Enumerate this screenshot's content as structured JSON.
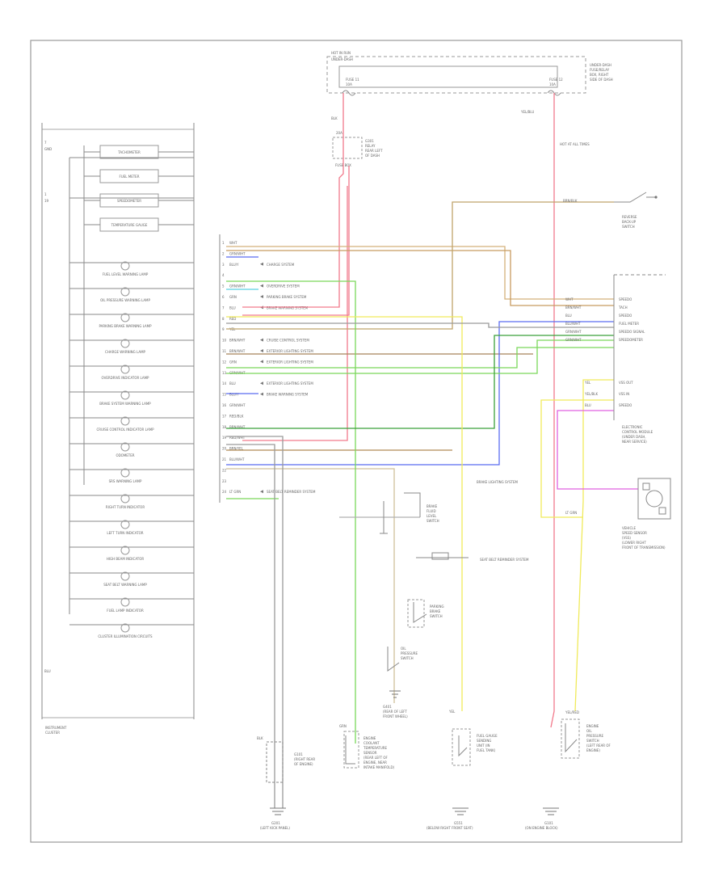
{
  "diagram": {
    "page_tag": "",
    "top_box": {
      "title": "HOT IN RUN",
      "subtitle": "UNDER-DASH",
      "fuse_left": "FUSE 11",
      "fuse_left_sub": "10A",
      "fuse_right": "FUSE 12",
      "fuse_right_sub": "10A",
      "panel_label": [
        "UNDER-DASH",
        "FUSE/RELAY",
        "BOX, RIGHT",
        "SIDE OF DASH"
      ]
    },
    "hot_at_all_times": "HOT AT ALL TIMES",
    "wire_blk": "BLK",
    "wire_yel_blu": "YEL/BLU",
    "relay_left_label": [
      "G301",
      "RELAY",
      "REAR LEFT",
      "OF DASH"
    ],
    "relay_left_pin_a": "20A",
    "relay_left_pin_b": "FUSE BOX",
    "cluster": {
      "left_labels": [
        "7",
        "GND",
        "1",
        "19",
        "BLU"
      ],
      "right_pins": [
        "10",
        "11",
        "12",
        "13",
        "14",
        "15",
        "16",
        "17",
        "18",
        "19"
      ],
      "gauges": [
        {
          "name": "TACHOMETER"
        },
        {
          "name": "FUEL METER"
        },
        {
          "name": "SPEEDOMETER"
        },
        {
          "name": "TEMPERATURE GAUGE"
        }
      ],
      "lamps": [
        {
          "name": "FUEL LEVEL WARNING LAMP"
        },
        {
          "name": "OIL PRESSURE WARNING LAMP"
        },
        {
          "name": "PARKING BRAKE WARNING LAMP"
        },
        {
          "name": "CHARGE WARNING LAMP"
        },
        {
          "name": "OVERDRIVE INDICATOR LAMP"
        },
        {
          "name": "BRAKE SYSTEM WARNING LAMP"
        },
        {
          "name": "CRUISE CONTROL INDICATOR LAMP"
        },
        {
          "name": "ODOMETER"
        },
        {
          "name": "SRS WARNING LAMP"
        },
        {
          "name": "RIGHT TURN INDICATOR"
        },
        {
          "name": "LEFT TURN INDICATOR"
        },
        {
          "name": "HIGH BEAM INDICATOR"
        },
        {
          "name": "SEAT BELT WARNING LAMP"
        },
        {
          "name": "FUEL LAMP INDICATOR"
        },
        {
          "name": "CLUSTER ILLUMINATION CIRCUITS"
        }
      ],
      "title": [
        "INSTRUMENT",
        "CLUSTER"
      ]
    },
    "connector_rows": [
      {
        "pin": "1",
        "wire": "WHT",
        "dest": ""
      },
      {
        "pin": "2",
        "wire": "GRN/WHT",
        "dest": ""
      },
      {
        "pin": "3",
        "wire": "BLU/Y",
        "dest": "CHARGE SYSTEM"
      },
      {
        "pin": "4",
        "wire": "",
        "dest": ""
      },
      {
        "pin": "5",
        "wire": "GRN/WHT",
        "dest": "OVERDRIVE SYSTEM"
      },
      {
        "pin": "6",
        "wire": "GRN",
        "dest": "PARKING BRAKE SYSTEM"
      },
      {
        "pin": "7",
        "wire": "BLU",
        "dest": "BRAKE WARNING SYSTEM"
      },
      {
        "pin": "8",
        "wire": "RED",
        "dest": ""
      },
      {
        "pin": "9",
        "wire": "YEL",
        "dest": ""
      },
      {
        "pin": "10",
        "wire": "BRN/WHT",
        "dest": "CRUISE CONTROL SYSTEM"
      },
      {
        "pin": "11",
        "wire": "BRN/WHT",
        "dest": "EXTERIOR LIGHTING SYSTEM"
      },
      {
        "pin": "12",
        "wire": "GRN",
        "dest": "EXTERIOR LIGHTING SYSTEM"
      },
      {
        "pin": "13",
        "wire": "GRN/WHT",
        "dest": ""
      },
      {
        "pin": "14",
        "wire": "BLU",
        "dest": "EXTERIOR LIGHTING SYSTEM"
      },
      {
        "pin": "15",
        "wire": "BLU/Y",
        "dest": "BRAKE WARNING SYSTEM"
      },
      {
        "pin": "16",
        "wire": "GRN/WHT",
        "dest": ""
      },
      {
        "pin": "17",
        "wire": "RED/BLK",
        "dest": ""
      },
      {
        "pin": "18",
        "wire": "BRN/WHT",
        "dest": ""
      },
      {
        "pin": "19",
        "wire": "RED/WHT",
        "dest": ""
      },
      {
        "pin": "20",
        "wire": "BRN/YEL",
        "dest": ""
      },
      {
        "pin": "21",
        "wire": "BLU/WHT",
        "dest": ""
      },
      {
        "pin": "22",
        "wire": "",
        "dest": ""
      },
      {
        "pin": "23",
        "wire": "",
        "dest": ""
      },
      {
        "pin": "24",
        "wire": "LT GRN",
        "dest": "SEAT BELT REMINDER SYSTEM"
      }
    ],
    "right_connector": {
      "rows": [
        "WHT",
        "BRN/WHT",
        "BLU",
        "BLU/WHT",
        "GRN/WHT",
        "GRN/WHT"
      ],
      "pins": [
        "SPEEDO",
        "TACH",
        "SPEEDO",
        "FUEL METER",
        "SPEEDO SIGNAL",
        "SPEEDOMETER"
      ],
      "lower_rows": [
        "YEL",
        "YEL/BLK",
        "BLU"
      ],
      "lower_pins": [
        "VSS OUT",
        "VSS IN",
        "SPEEDO"
      ],
      "label": [
        "ELECTRONIC",
        "CONTROL MODULE",
        "(UNDER DASH,",
        "NEAR SERVICE)"
      ]
    },
    "reverse_switch": {
      "wire": "BRN/BLK",
      "label": [
        "REVERSE",
        "BACK-UP",
        "SWITCH"
      ]
    },
    "vss": {
      "label": [
        "VEHICLE",
        "SPEED SENSOR",
        "(VSS)",
        "(LOWER RIGHT",
        "FRONT OF TRANSMISSION)"
      ],
      "wire": "LT GRN"
    },
    "mid_labels": {
      "brake_light": "BRAKE LIGHTING SYSTEM",
      "seat_belt_switch": "SEAT BELT REMINDER SYSTEM",
      "brake_fluid_switch": [
        "BRAKE",
        "FLUID",
        "LEVEL",
        "SWITCH"
      ],
      "parking_brake_switch": [
        "PARKING",
        "BRAKE",
        "SWITCH"
      ],
      "oil_pressure": [
        "OIL",
        "PRESSURE",
        "SWITCH"
      ],
      "ground_g401": [
        "G401",
        "(REAR OF LEFT",
        "FRONT WHEEL)"
      ]
    },
    "bottom": {
      "alternator": {
        "label": [
          "G101",
          "(RIGHT REAR",
          "OF ENGINE)"
        ],
        "wire": "BLK"
      },
      "coolant_sensor": {
        "label": [
          "ENGINE",
          "COOLANT",
          "TEMPERATURE",
          "SENSOR",
          "(REAR LEFT OF",
          "ENGINE, NEAR",
          "INTAKE MANIFOLD)"
        ],
        "wire": "GRN"
      },
      "fuel_gauge": {
        "label": [
          "FUEL GAUGE",
          "SENDING",
          "UNIT (IN",
          "FUEL TANK)"
        ],
        "wire": "YEL"
      },
      "oil_switch": {
        "label": [
          "ENGINE",
          "OIL",
          "PRESSURE",
          "SWITCH",
          "(LEFT REAR OF",
          "ENGINE)"
        ],
        "wire": "YEL/RED"
      },
      "grounds": [
        {
          "name": "G201",
          "desc": "(LEFT KICK PANEL)"
        },
        {
          "name": "G551",
          "desc": "(BELOW RIGHT FRONT SEAT)"
        },
        {
          "name": "G101",
          "desc": "(ON ENGINE BLOCK)"
        }
      ]
    }
  }
}
